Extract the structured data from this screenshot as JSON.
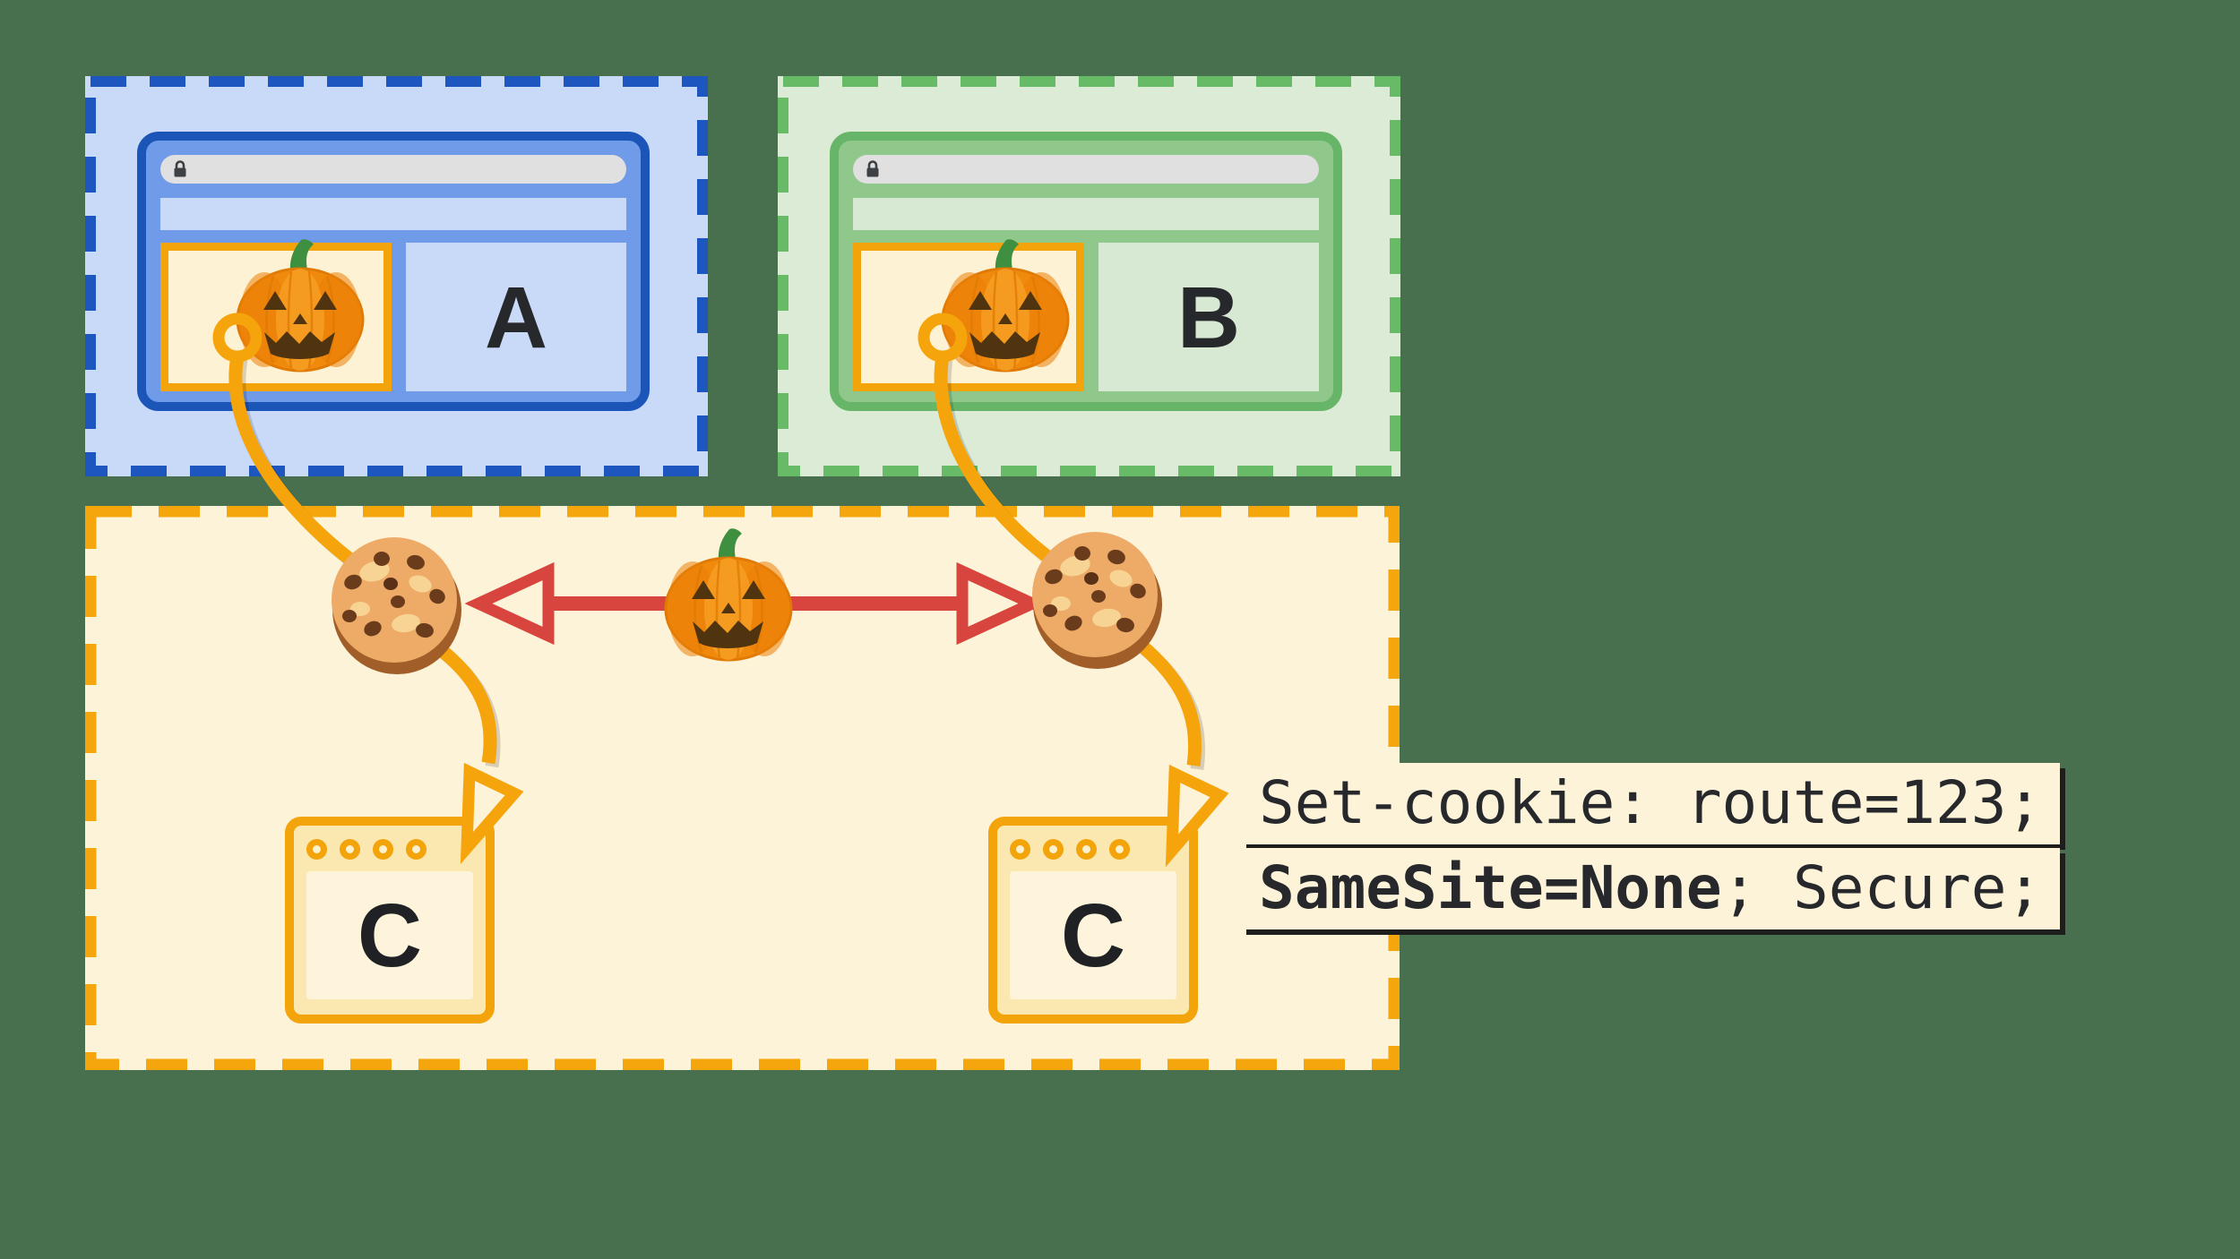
{
  "diagram": {
    "site_a": {
      "label": "A"
    },
    "site_b": {
      "label": "B"
    },
    "third_party_left": {
      "label": "C"
    },
    "third_party_right": {
      "label": "C"
    },
    "cookie_header": {
      "line1": "Set-cookie: route=123;",
      "line2_bold": "SameSite=None",
      "line2_rest": "; Secure;"
    },
    "icons": {
      "urlbar": "lock-icon",
      "tracker": "pumpkin-icon",
      "cookie": "cookie-icon",
      "window_controls": "window-dots"
    },
    "colors": {
      "background": "#48704f",
      "site_a_dash": "#1e56bf",
      "site_a_window": "#1c55b8",
      "site_a_fill": "#c9daf8",
      "site_b_dash": "#68bb66",
      "site_b_window": "#67b569",
      "site_b_fill": "#dcebd5",
      "third_party_dash": "#f6a60d",
      "third_party_fill": "#fdf3d8",
      "connector_orange": "#f5a50b",
      "arrow_red": "#d8453e",
      "code_text": "#26282b"
    }
  }
}
